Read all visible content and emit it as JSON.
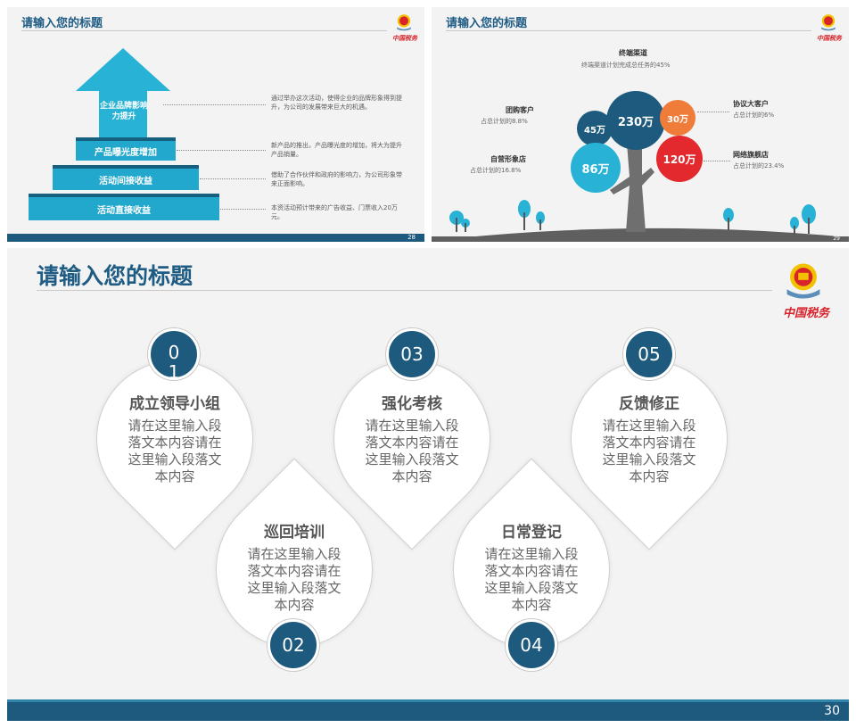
{
  "slide28": {
    "title": "请输入您的标题",
    "page_number": "28",
    "steps": [
      {
        "label": "企业品牌影响力提升",
        "note": "通过举办这次活动，使得企业的品牌形象得到提升，为公司的发展带来巨大的机遇。"
      },
      {
        "label": "产品曝光度增加",
        "note": "新产品的推出，产品曝光度的增加，将大为提升产品销量。"
      },
      {
        "label": "活动间接收益",
        "note": "借助了合作伙伴和政府的影响力，为公司形象带来正面影响。"
      },
      {
        "label": "活动直接收益",
        "note": "本资活动预计带来的广告收益、门票收入20万元。"
      }
    ]
  },
  "slide29": {
    "title": "请输入您的标题",
    "page_number": "29",
    "top": {
      "label": "终端渠道",
      "sub": "终端渠道计划完成总任务的45%"
    },
    "bubbles": {
      "main": "230万",
      "small": "45万",
      "orange": "30万",
      "cyan": "86万",
      "red": "120万"
    },
    "labels": [
      {
        "label": "团购客户",
        "sub": "占总计划的8.8%"
      },
      {
        "label": "自营形象店",
        "sub": "占总计划的16.8%"
      },
      {
        "label": "协议大客户",
        "sub": "占总计划的6%"
      },
      {
        "label": "网络旗舰店",
        "sub": "占总计划的23.4%"
      }
    ],
    "colors": {
      "navy": "#1d5a7d",
      "cyan": "#27b2d6",
      "orange": "#f07c3a",
      "red": "#e3292e",
      "trunk": "#6f6f6f"
    }
  },
  "slide30": {
    "title": "请输入您的标题",
    "page_number": "30",
    "items": [
      {
        "num": "01",
        "heading": "成立领导小组",
        "text": "请在这里输入段落文本内容请在这里输入段落文本内容"
      },
      {
        "num": "02",
        "heading": "巡回培训",
        "text": "请在这里输入段落文本内容请在这里输入段落文本内容"
      },
      {
        "num": "03",
        "heading": "强化考核",
        "text": "请在这里输入段落文本内容请在这里输入段落文本内容"
      },
      {
        "num": "04",
        "heading": "日常登记",
        "text": "请在这里输入段落文本内容请在这里输入段落文本内容"
      },
      {
        "num": "05",
        "heading": "反馈修正",
        "text": "请在这里输入段落文本内容请在这里输入段落文本内容"
      }
    ]
  },
  "brand": {
    "motto": "中国税务",
    "accent": "#1d5a7d",
    "motto_color": "#d8232a"
  }
}
